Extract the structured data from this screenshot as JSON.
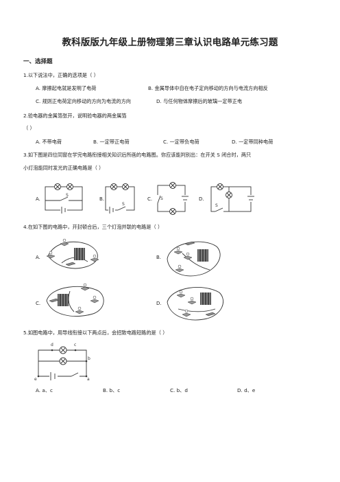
{
  "title": "教科版版九年级上册物理第三章认识电路单元练习题",
  "section1": "一、选择题",
  "q1": {
    "stem": "1.以下说法中，正确的选项是（    ）",
    "A": "A. 摩擦起电就是发明了电荷",
    "B": "B. 金属导体中自在电子定向移动的方向与电流方向相反",
    "C": "C. 规则正电荷定向移动的方向为电流的方向",
    "D": "D. 与任何物体摩擦后的玻璃一定带正电"
  },
  "q2": {
    "stem": "2.验电器的金属箔张开，说明验电器的两金属箔",
    "paren": "（    ）",
    "A": "A. 不带电荷",
    "B": "B. 一定带正电荷",
    "C": "C. 一定带负电荷",
    "D": "D. 一定带同种电荷"
  },
  "q3": {
    "line1": "3.如下图是四位同窗在学完电路衔接相关知识后所画的电路图。你应该能判别出：在开关 S 闭合时，两只",
    "line2": "小灯泡能同时发光的正确电路是（    ）",
    "A": "A.",
    "B": "B.",
    "C": "C.",
    "D": "D.",
    "switch_label": "S"
  },
  "q4": {
    "stem": "4.在如下图的电路中，开封顿合后，三个灯泡并联的电路是（    ）",
    "A": "A.",
    "B": "B.",
    "C": "C.",
    "D": "D."
  },
  "q5": {
    "stem": "5.如图电路中，用导线衔接以下两点后，会招致电路短路的是（    ）",
    "points": {
      "d": "d",
      "c": "c",
      "b": "b",
      "e": "e",
      "a": "a"
    },
    "A": "A. a、c",
    "B": "B. b、c",
    "C": "C. b、d",
    "D": "D. d、e"
  }
}
